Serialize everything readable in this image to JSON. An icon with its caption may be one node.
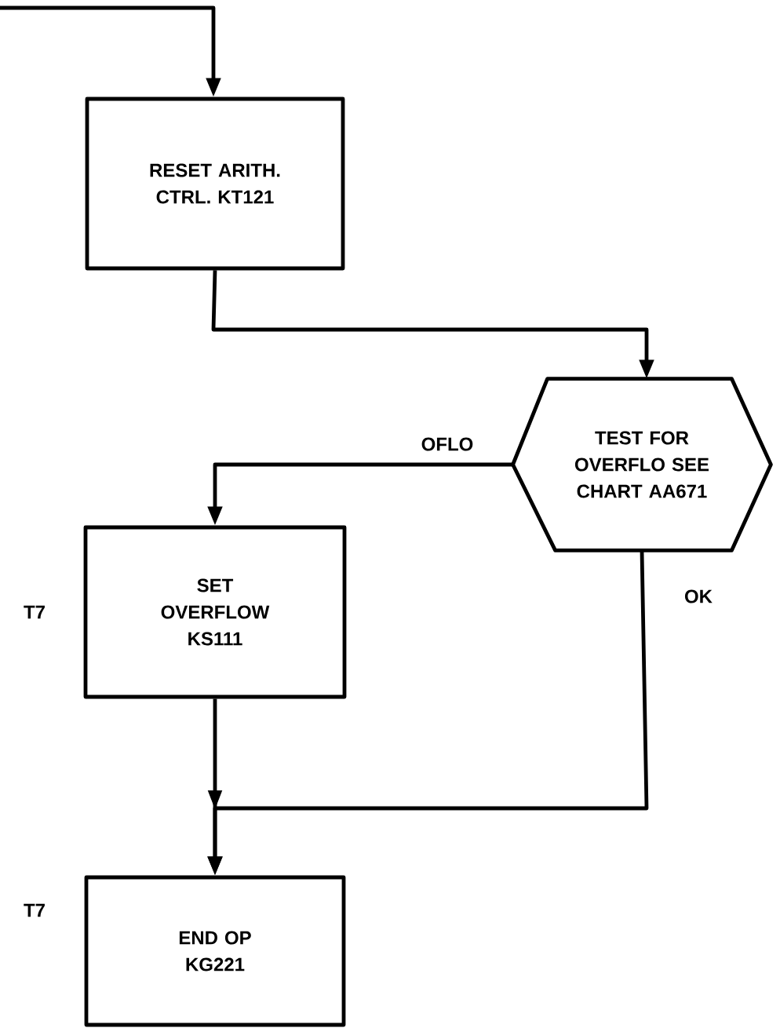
{
  "diagram": {
    "nodes": [
      {
        "text": [
          "RESET ARITH. CTRL. KT121"
        ]
      },
      {
        "text": [
          "TEST FOR OVERFLO SEE CHART AA671"
        ]
      },
      {
        "text": [
          "SET OVERFLOW KS111"
        ],
        "beside": [
          "T7"
        ]
      },
      {
        "text": [
          "END OP KG221"
        ],
        "beside": [
          "T7"
        ]
      }
    ],
    "edges": [
      {
        "from": null,
        "to": 0,
        "arrow": "to"
      },
      {
        "from": 0,
        "to": 1,
        "arrow": "to"
      },
      {
        "from": 1,
        "to": 2,
        "arrow": "to",
        "label": "OFLO"
      },
      {
        "from": 2,
        "to": 3,
        "arrow": "to"
      },
      {
        "from": 1,
        "to": 3,
        "arrow": "to",
        "label": "OK"
      }
    ]
  }
}
